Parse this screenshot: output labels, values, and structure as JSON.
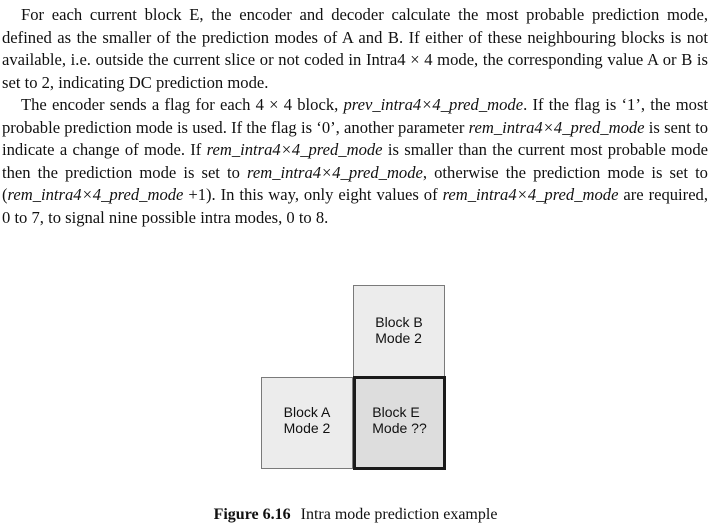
{
  "paragraphs": {
    "p1": "For each current block E, the encoder and decoder calculate the most probable prediction mode, defined as the smaller of the prediction modes of A and B. If either of these neighbouring blocks is not available, i.e. outside the current slice or not coded in Intra4 × 4 mode, the corresponding value A or B is set to 2, indicating DC prediction mode.",
    "p2": {
      "s1": "The encoder sends a flag for each 4 × 4 block, ",
      "v1": "prev_intra4×4_pred_mode",
      "s2": ". If the flag is ‘1’, the most probable prediction mode is used. If the flag is ‘0’, another parameter ",
      "v2": "rem_intra4×4_pred_mode",
      "s3": " is sent to indicate a change of mode. If ",
      "v3": "rem_intra4×4_pred_mode",
      "s4": " is smaller than the current most probable mode then the prediction mode is set to ",
      "v4": "rem_intra4×4_pred_mode",
      "s5": ", otherwise the prediction mode is set to (",
      "v5": "rem_intra4×4_pred_mode",
      "s6": " +1). In this way, only eight values of ",
      "v6": "rem_intra4×4_pred_mode",
      "s7": " are required, 0 to 7, to signal nine possible intra modes, 0 to 8."
    }
  },
  "figure": {
    "block_b": {
      "line1": "Block B",
      "line2": "Mode 2"
    },
    "block_a": {
      "line1": "Block A",
      "line2": "Mode 2"
    },
    "block_e": {
      "line1": "Block E",
      "line2": "Mode ??"
    },
    "caption_number": "Figure 6.16",
    "caption_text": "Intra mode prediction example"
  }
}
